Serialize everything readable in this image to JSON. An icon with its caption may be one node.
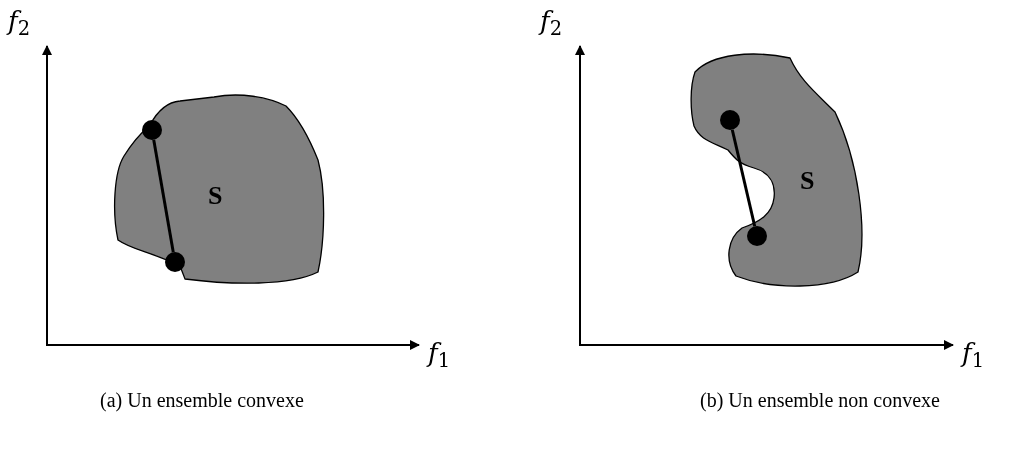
{
  "diagram": {
    "nodes": [
      {
        "text": [
          "S"
        ]
      },
      {
        "text": [],
        "shape": "circle",
        "in": 0
      },
      {
        "text": [],
        "shape": "circle",
        "in": 0
      },
      {
        "text": [
          "S"
        ]
      },
      {
        "text": [],
        "shape": "circle",
        "in": 3
      },
      {
        "text": [],
        "shape": "circle",
        "in": 3
      }
    ],
    "edges": [
      {
        "from": 1,
        "to": 2,
        "arrow": "none"
      },
      {
        "from": 4,
        "to": 5,
        "arrow": "none"
      }
    ],
    "labels": [
      "*f*$_{2}$",
      "*f*$_{1}$",
      "*f*$_{2}$",
      "*f*$_{1}$",
      "(a) Un ensemble convexe",
      "(b) Un ensemble non convexe"
    ]
  }
}
